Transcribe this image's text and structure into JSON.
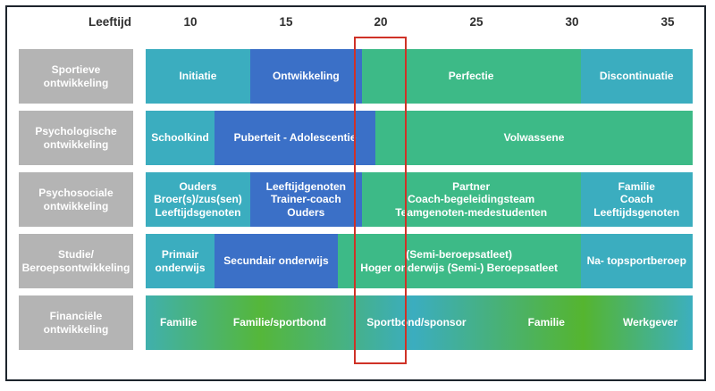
{
  "header": {
    "axis_label": "Leeftijd",
    "ages": [
      "10",
      "15",
      "20",
      "25",
      "30",
      "35"
    ]
  },
  "colors": {
    "teal": "#3badbf",
    "blue": "#3b70c7",
    "green": "#3dba87",
    "gray_label": "#b4b4b4",
    "highlight_red": "#cf3227",
    "gradient_green": "#55b73a",
    "frame": "#1d242c",
    "text_on_bar": "#ffffff"
  },
  "highlight": {
    "age": "20",
    "note_color": "#cf3227"
  },
  "rows": [
    {
      "label_lines": [
        "Sportieve",
        "ontwikkeling"
      ],
      "segments": [
        {
          "lines": [
            "Initiatie"
          ],
          "color": "teal",
          "width_pct": 19.1,
          "style": "flex:0 0 19.1%;background:#3badbf"
        },
        {
          "lines": [
            "Ontwikkeling"
          ],
          "color": "blue",
          "width_pct": 20.4,
          "style": "flex:0 0 20.4%;background:#3b70c7"
        },
        {
          "lines": [
            "Perfectie"
          ],
          "color": "green",
          "width_pct": 40.0,
          "style": "flex:0 0 40%;background:#3dba87"
        },
        {
          "lines": [
            "Discontinuatie"
          ],
          "color": "teal",
          "width_pct": 20.5,
          "style": "flex:0 0 20.5%;background:#3badbf"
        }
      ]
    },
    {
      "label_lines": [
        "Psychologische",
        "ontwikkeling"
      ],
      "segments": [
        {
          "lines": [
            "Schoolkind"
          ],
          "color": "teal",
          "width_pct": 12.6,
          "style": "flex:0 0 12.6%;background:#3badbf"
        },
        {
          "lines": [
            "Puberteit - Adolescentie"
          ],
          "color": "blue",
          "width_pct": 29.4,
          "style": "flex:0 0 29.4%;background:#3b70c7"
        },
        {
          "lines": [
            "Volwassene"
          ],
          "color": "green",
          "width_pct": 58.0,
          "style": "flex:0 0 58%;background:#3dba87"
        }
      ]
    },
    {
      "label_lines": [
        "Psychosociale",
        "ontwikkeling"
      ],
      "segments": [
        {
          "lines": [
            "Ouders",
            "Broer(s)/zus(sen)",
            "Leeftijdsgenoten"
          ],
          "color": "teal",
          "width_pct": 19.1,
          "style": "flex:0 0 19.1%;background:#3badbf"
        },
        {
          "lines": [
            "Leeftijdgenoten",
            "Trainer-coach",
            "Ouders"
          ],
          "color": "blue",
          "width_pct": 20.4,
          "style": "flex:0 0 20.4%;background:#3b70c7"
        },
        {
          "lines": [
            "Partner",
            "Coach-begeleidingsteam",
            "Teamgenoten-medestudenten"
          ],
          "color": "green",
          "width_pct": 40.0,
          "style": "flex:0 0 40%;background:#3dba87"
        },
        {
          "lines": [
            "Familie",
            "Coach",
            "Leeftijdsgenoten"
          ],
          "color": "teal",
          "width_pct": 20.5,
          "style": "flex:0 0 20.5%;background:#3badbf"
        }
      ]
    },
    {
      "label_lines": [
        "Studie/",
        "Beroepsontwikkeling"
      ],
      "segments": [
        {
          "lines": [
            "Primair",
            "onderwijs"
          ],
          "color": "teal",
          "width_pct": 12.6,
          "style": "flex:0 0 12.6%;background:#3badbf"
        },
        {
          "lines": [
            "Secundair onderwijs"
          ],
          "color": "blue",
          "width_pct": 22.5,
          "style": "flex:0 0 22.5%;background:#3b70c7"
        },
        {
          "lines": [
            "(Semi-beroepsatleet)",
            "Hoger onderwijs (Semi-) Beroepsatleet"
          ],
          "color": "green",
          "width_pct": 44.4,
          "style": "flex:0 0 44.4%;background:#3dba87"
        },
        {
          "lines": [
            "Na- topsportberoep"
          ],
          "color": "teal",
          "width_pct": 20.5,
          "style": "flex:0 0 20.5%;background:#3badbf"
        }
      ]
    },
    {
      "label_lines": [
        "Financiële",
        "ontwikkeling"
      ],
      "track_style": "background:linear-gradient(90deg,#40b0ad 0%,#55b73a 21%,#3badbf 49%,#55b52f 80%,#3cafbf 100%)",
      "segments": [
        {
          "lines": [
            "Familie"
          ],
          "color": "gradient",
          "width_pct": 12.0,
          "style": "flex:0 0 12%;background:transparent"
        },
        {
          "lines": [
            "Familie/sportbond"
          ],
          "color": "gradient",
          "width_pct": 25.0,
          "style": "flex:0 0 25%;background:transparent"
        },
        {
          "lines": [
            "Sportbond/sponsor"
          ],
          "color": "gradient",
          "width_pct": 25.0,
          "style": "flex:0 0 25%;background:transparent"
        },
        {
          "lines": [
            "Familie"
          ],
          "color": "gradient",
          "width_pct": 22.5,
          "style": "flex:0 0 22.5%;background:transparent"
        },
        {
          "lines": [
            "Werkgever"
          ],
          "color": "gradient",
          "width_pct": 15.5,
          "style": "flex:0 0 15.5%;background:transparent"
        }
      ]
    }
  ]
}
